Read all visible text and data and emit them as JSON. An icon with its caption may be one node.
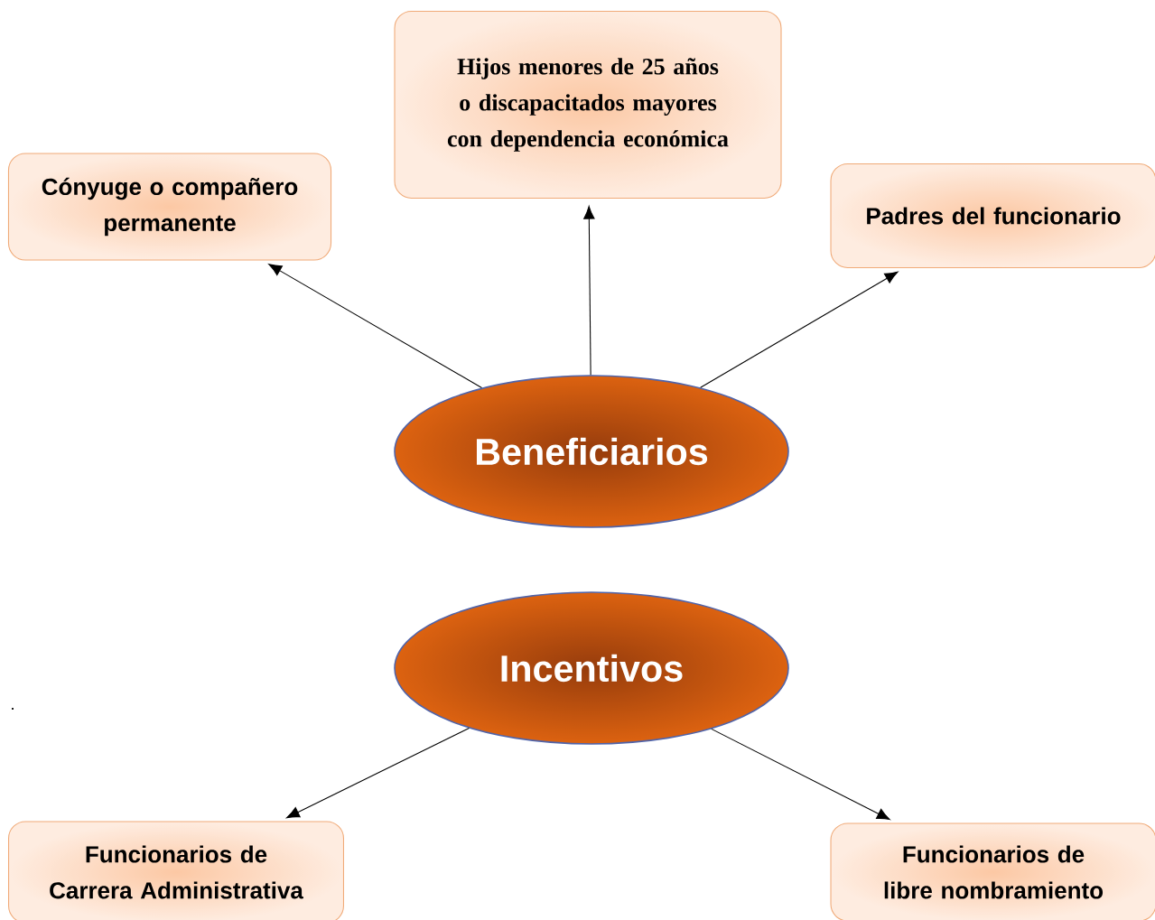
{
  "diagram": {
    "nodes": [
      {
        "text": [
          "Hijos menores de 25 años o discapacitados mayores con dependencia económica"
        ]
      },
      {
        "text": [
          "Cónyuge o compañero permanente"
        ]
      },
      {
        "text": [
          "Padres del funcionario"
        ]
      },
      {
        "text": [
          "Beneficiarios"
        ]
      },
      {
        "text": [
          "Incentivos"
        ]
      },
      {
        "text": [
          "Funcionarios de Carrera Administrativa"
        ]
      },
      {
        "text": [
          "Funcionarios de libre nombramiento"
        ]
      }
    ],
    "edges": [
      {
        "from": 3,
        "to": 1,
        "arrow": "to"
      },
      {
        "from": 3,
        "to": 0,
        "arrow": "to"
      },
      {
        "from": 3,
        "to": 2,
        "arrow": "to"
      },
      {
        "from": 4,
        "to": 5,
        "arrow": "to"
      },
      {
        "from": 4,
        "to": 6,
        "arrow": "to"
      }
    ],
    "labels": [
      "."
    ]
  }
}
